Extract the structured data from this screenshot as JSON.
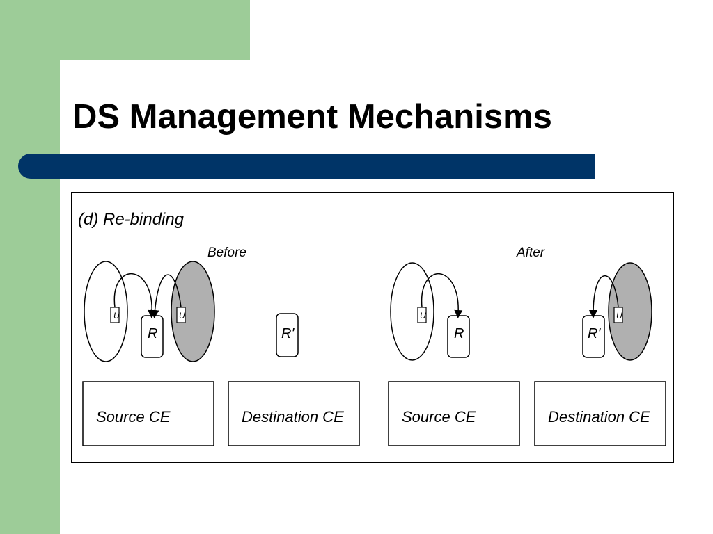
{
  "slide": {
    "title": "DS Management Mechanisms",
    "colors": {
      "side_green": "#9dcc98",
      "title_bar": "#003467",
      "component_fill": "#b0b0b0"
    }
  },
  "diagram": {
    "caption": "(d) Re-binding",
    "before": {
      "label": "Before",
      "source_box": "Source CE",
      "destination_box": "Destination CE",
      "resource_source": "R",
      "resource_destination": "R'",
      "unit_source": "U",
      "unit_destination": "U"
    },
    "after": {
      "label": "After",
      "source_box": "Source CE",
      "destination_box": "Destination CE",
      "resource_source": "R",
      "resource_destination": "R'",
      "unit_source": "U",
      "unit_destination": "U"
    }
  }
}
